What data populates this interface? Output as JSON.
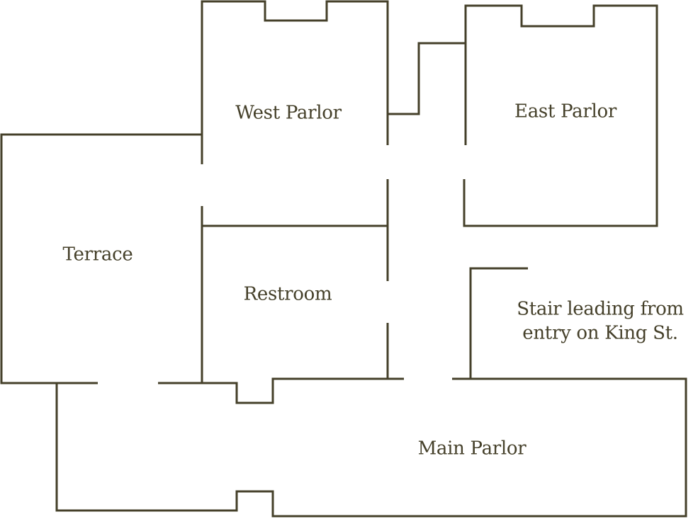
{
  "rooms": {
    "west_parlor": "West Parlor",
    "east_parlor": "East Parlor",
    "terrace": "Terrace",
    "restroom": "Restroom",
    "stair_line1": "Stair leading from",
    "stair_line2": "entry on King St.",
    "main_parlor": "Main Parlor"
  },
  "colors": {
    "wall": "#45402a",
    "background": "#ffffff"
  }
}
